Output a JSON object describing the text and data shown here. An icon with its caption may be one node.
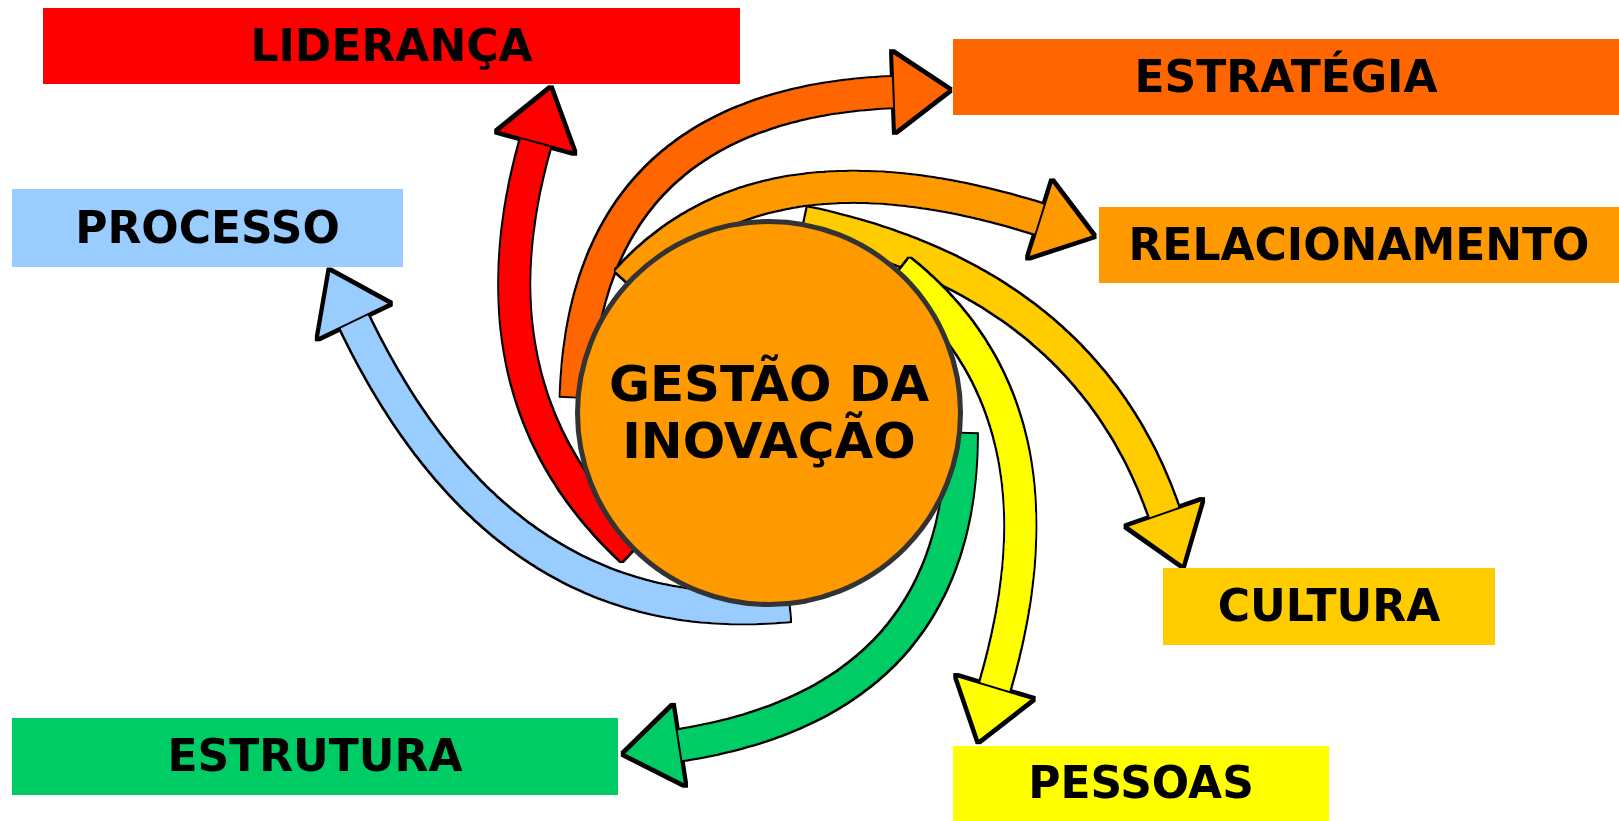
{
  "diagram": {
    "nodes": [
      {
        "text": [
          "LIDERANÇA"
        ]
      },
      {
        "text": [
          "ESTRATÉGIA"
        ]
      },
      {
        "text": [
          "PROCESSO"
        ]
      },
      {
        "text": [
          "RELACIONAMENTO"
        ]
      },
      {
        "text": [
          "GESTÃO DA INOVAÇÃO"
        ]
      },
      {
        "text": [
          "CULTURA"
        ]
      },
      {
        "text": [
          "ESTRUTURA"
        ]
      },
      {
        "text": [
          "PESSOAS"
        ]
      }
    ],
    "edges": [
      {
        "from": 4,
        "to": 0,
        "arrow": "to",
        "color": "#ff0000"
      },
      {
        "from": 4,
        "to": 1,
        "arrow": "to",
        "color": "#ff6600"
      },
      {
        "from": 4,
        "to": 3,
        "arrow": "to",
        "color": "#ff9900"
      },
      {
        "from": 4,
        "to": 5,
        "arrow": "to",
        "color": "#ffcc00"
      },
      {
        "from": 4,
        "to": 7,
        "arrow": "to",
        "color": "#ffff00"
      },
      {
        "from": 4,
        "to": 6,
        "arrow": "to",
        "color": "#00cc66"
      },
      {
        "from": 4,
        "to": 2,
        "arrow": "to",
        "color": "#99ccff"
      }
    ]
  }
}
